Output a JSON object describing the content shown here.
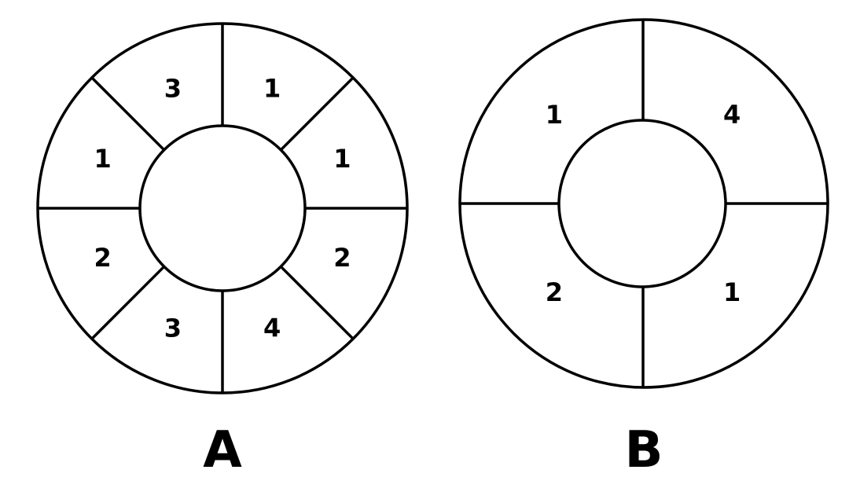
{
  "wheels": [
    {
      "name": "A",
      "labels": [
        "1",
        "1",
        "2",
        "4",
        "3",
        "2",
        "1",
        "3"
      ]
    },
    {
      "name": "B",
      "labels": [
        "4",
        "1",
        "2",
        "1"
      ]
    }
  ],
  "colors": {
    "stroke": "#000000",
    "background": "#ffffff"
  }
}
